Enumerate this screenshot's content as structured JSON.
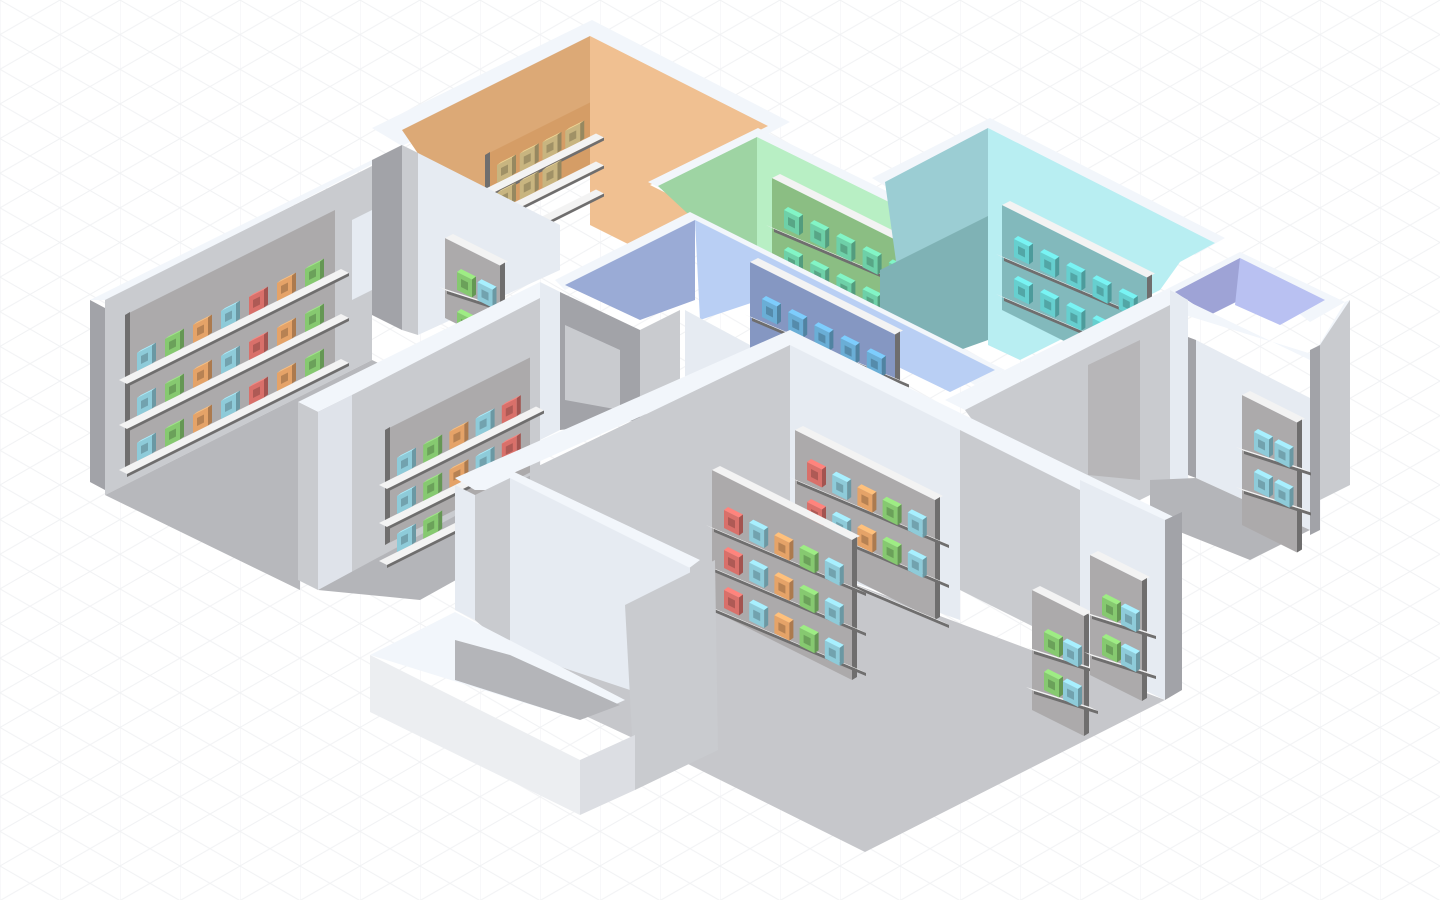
{
  "scene": {
    "name": "isometric-store-floor-plan",
    "palette": {
      "background": "#ffffff",
      "grid": "#f1f2f4",
      "wall_top": "#f2f6fb",
      "wall_light": "#e6ebf2",
      "wall_mid": "#c9cbcf",
      "wall_dark": "#a2a3a8",
      "floor": "#c6c7cb",
      "floor_dark": "#b4b5b9",
      "shelf_back": "#acaaab",
      "shelf_board": "#f3f3f3",
      "shelf_edge": "#6f6e6e"
    },
    "product_colors": {
      "blue": "#8ecbd9",
      "green": "#86c970",
      "orange": "#e5a368",
      "red": "#d9706a",
      "tan": "#c8b580",
      "teal": "#66cfcf",
      "mint": "#6ed0a8",
      "steel": "#6aaed6"
    },
    "rooms": [
      {
        "id": "storage-orange",
        "floor": "#f0c091",
        "wall": "#dca976"
      },
      {
        "id": "storage-green",
        "floor": "#b8efc4",
        "wall": "#9ed4a3"
      },
      {
        "id": "storage-cyan",
        "floor": "#b8eef2",
        "wall": "#9bcdd3"
      },
      {
        "id": "storage-blue",
        "floor": "#b9cff4",
        "wall": "#9aabd6"
      },
      {
        "id": "storage-violet",
        "floor": "#b9c1f2",
        "wall": "#9ea3d6"
      },
      {
        "id": "main-hall",
        "floor": "#c6c7cb",
        "wall": "#e6ebf2"
      },
      {
        "id": "left-room",
        "floor": "#b7b8bc",
        "wall": "#e6ebf2"
      },
      {
        "id": "counter",
        "floor": "#b4b5b9",
        "wall": "#eceef1"
      }
    ],
    "shelving_units": [
      {
        "id": "left-wall-shelf",
        "rows": [
          [
            "blue",
            "green",
            "orange",
            "blue",
            "red",
            "orange",
            "green"
          ],
          [
            "blue",
            "green",
            "orange",
            "blue",
            "red",
            "orange",
            "green"
          ],
          [
            "blue",
            "green",
            "orange",
            "blue",
            "red",
            "orange",
            "green"
          ]
        ]
      },
      {
        "id": "center-left-shelf",
        "rows": [
          [
            "blue",
            "green",
            "orange",
            "blue",
            "red"
          ],
          [
            "blue",
            "green",
            "orange",
            "blue",
            "red"
          ],
          [
            "blue",
            "green"
          ]
        ]
      },
      {
        "id": "main-shelf-back",
        "rows": [
          [
            "red",
            "blue",
            "orange",
            "green",
            "blue"
          ],
          [
            "red",
            "blue",
            "orange",
            "green",
            "blue"
          ],
          [
            "green",
            "blue"
          ]
        ]
      },
      {
        "id": "main-shelf-front",
        "rows": [
          [
            "red",
            "blue",
            "orange",
            "green",
            "blue"
          ],
          [
            "red",
            "blue",
            "orange",
            "green",
            "blue"
          ],
          [
            "red",
            "blue",
            "orange",
            "green",
            "blue"
          ]
        ]
      },
      {
        "id": "corridor-shelf",
        "rows": [
          [
            "green",
            "blue"
          ],
          [
            "green",
            "blue"
          ]
        ]
      },
      {
        "id": "small-shelf-a",
        "rows": [
          [
            "green",
            "blue"
          ],
          [
            "green",
            "blue"
          ]
        ]
      },
      {
        "id": "small-shelf-b",
        "rows": [
          [
            "green",
            "blue"
          ],
          [
            "green",
            "blue"
          ]
        ]
      },
      {
        "id": "right-room-shelf",
        "rows": [
          [
            "blue",
            "blue"
          ],
          [
            "blue",
            "blue"
          ]
        ]
      },
      {
        "id": "orange-room-shelf",
        "rows": [
          [
            "tan",
            "tan",
            "tan",
            "tan"
          ],
          [
            "tan",
            "tan",
            "tan"
          ],
          [
            "tan"
          ]
        ]
      },
      {
        "id": "green-room-shelf",
        "rows": [
          [
            "mint",
            "mint",
            "mint",
            "mint",
            "mint"
          ],
          [
            "mint",
            "mint",
            "mint",
            "mint"
          ]
        ]
      },
      {
        "id": "cyan-room-shelf",
        "rows": [
          [
            "teal",
            "teal",
            "teal",
            "teal",
            "teal"
          ],
          [
            "teal",
            "teal",
            "teal",
            "teal",
            "teal"
          ]
        ]
      },
      {
        "id": "blue-room-shelf",
        "rows": [
          [
            "steel",
            "steel",
            "steel",
            "steel",
            "steel"
          ]
        ]
      }
    ]
  }
}
